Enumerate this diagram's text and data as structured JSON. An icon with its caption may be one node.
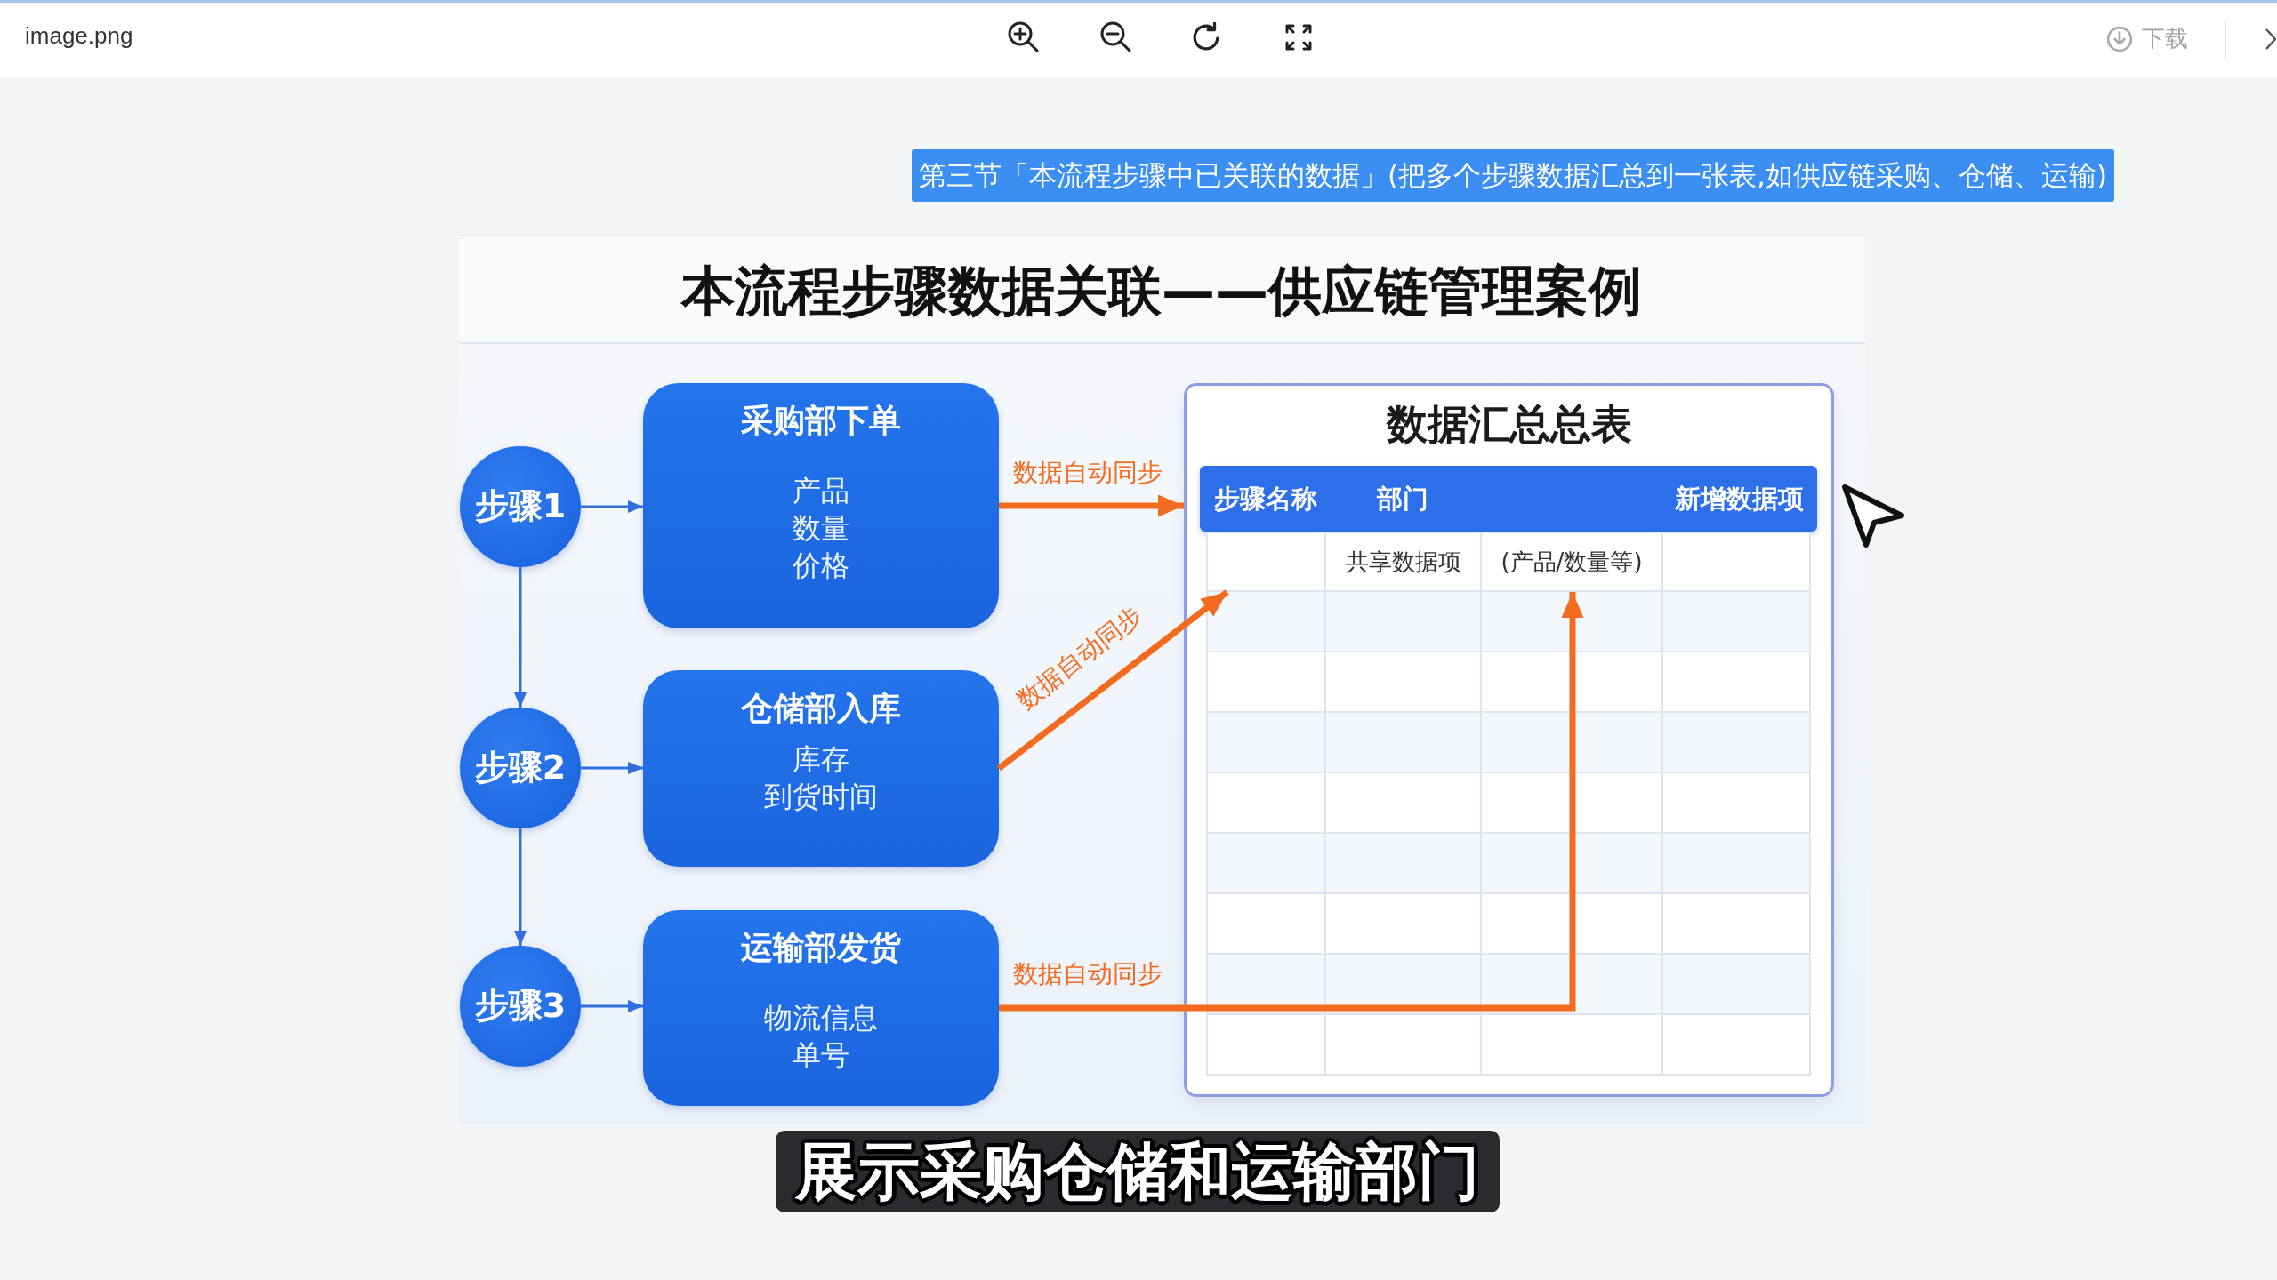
{
  "diagram": {
    "title": "本流程步骤数据关联——供应链管理案例",
    "nodes": [
      {
        "text": [
          "步骤1"
        ]
      },
      {
        "text": [
          "采购部下单",
          "产品",
          "数量",
          "价格"
        ]
      },
      {
        "text": [
          "步骤2"
        ]
      },
      {
        "text": [
          "仓储部入库",
          "库存",
          "到货时间"
        ]
      },
      {
        "text": [
          "步骤3"
        ]
      },
      {
        "text": [
          "运输部发货",
          "物流信息",
          "单号"
        ]
      },
      {
        "text": [
          "数据汇总总表"
        ]
      },
      {
        "text": [
          "步骤名称",
          "部门",
          "新增数据项"
        ],
        "in": 6
      },
      {
        "text": [],
        "shape": "box",
        "in": 6
      },
      {
        "text": [
          "(产品/数量等)"
        ],
        "in": 6
      }
    ],
    "edges": [
      {
        "from": 0,
        "to": 1,
        "arrow": "to"
      },
      {
        "from": 0,
        "to": 2,
        "arrow": "to"
      },
      {
        "from": 2,
        "to": 3,
        "arrow": "to"
      },
      {
        "from": 2,
        "to": 4,
        "arrow": "to"
      },
      {
        "from": 4,
        "to": 5,
        "arrow": "to"
      },
      {
        "from": 1,
        "to": 6,
        "arrow": "to",
        "label": "数据自动同步",
        "style": "thick",
        "color": "#f26b1f"
      },
      {
        "from": 3,
        "to": 8,
        "arrow": "to",
        "label": "数据自动同步",
        "style": "thick",
        "color": "#f26b1f"
      },
      {
        "from": 5,
        "to": 9,
        "arrow": "to",
        "label": "数据自动同步",
        "style": "thick",
        "color": "#f26b1f"
      }
    ],
    "labels": [
      "image.png",
      "下载",
      "第三节「本流程步骤中已关联的数据」(把多个步骤数据汇总到一张表,如供应链采购、仓储、运输)",
      "共享数据项",
      "展示采购仓储和运输部门"
    ]
  }
}
